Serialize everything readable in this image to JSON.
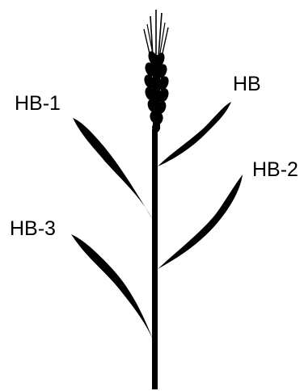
{
  "labels": {
    "hb": "HB",
    "hb_1": "HB-1",
    "hb_2": "HB-2",
    "hb_3": "HB-3"
  },
  "colors": {
    "plant": "#000000",
    "background": "#ffffff",
    "text": "#000000"
  }
}
